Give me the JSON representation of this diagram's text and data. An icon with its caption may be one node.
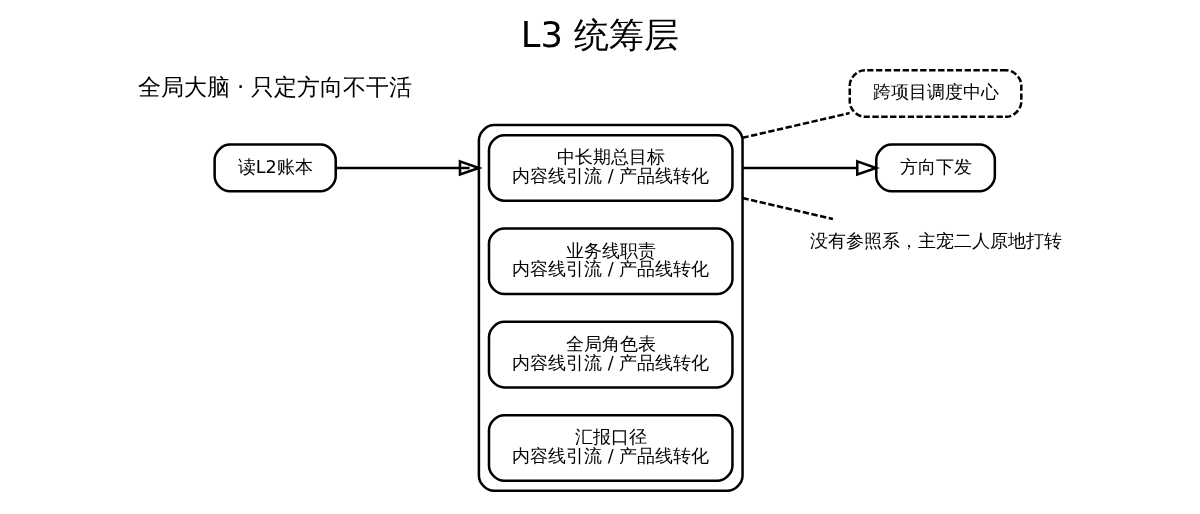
{
  "diagram": {
    "title": "L3 统筹层",
    "nodes": [
      {
        "text": [
          "读L2账本"
        ]
      },
      {
        "text": [],
        "shape": "box"
      },
      {
        "text": [
          "中长期总目标",
          "内容线引流 / 产品线转化"
        ],
        "in": 1
      },
      {
        "text": [
          "业务线职责",
          "内容线引流 / 产品线转化"
        ],
        "in": 1
      },
      {
        "text": [
          "全局角色表",
          "内容线引流 / 产品线转化"
        ],
        "in": 1
      },
      {
        "text": [
          "汇报口径",
          "内容线引流 / 产品线转化"
        ],
        "in": 1
      },
      {
        "text": [
          "跨项目调度中心"
        ]
      },
      {
        "text": [
          "方向下发"
        ]
      },
      {
        "text": [
          "没有参照系，主宠二人原地打转"
        ]
      }
    ],
    "edges": [
      {
        "from": 0,
        "to": 1,
        "arrow": "to"
      },
      {
        "from": 1,
        "to": 6,
        "arrow": "none",
        "style": "dashed"
      },
      {
        "from": 1,
        "to": 7,
        "arrow": "to"
      },
      {
        "from": 1,
        "to": 8,
        "arrow": "none",
        "style": "dashed"
      }
    ],
    "labels": [
      "全局大脑 · 只定方向不干活"
    ]
  }
}
